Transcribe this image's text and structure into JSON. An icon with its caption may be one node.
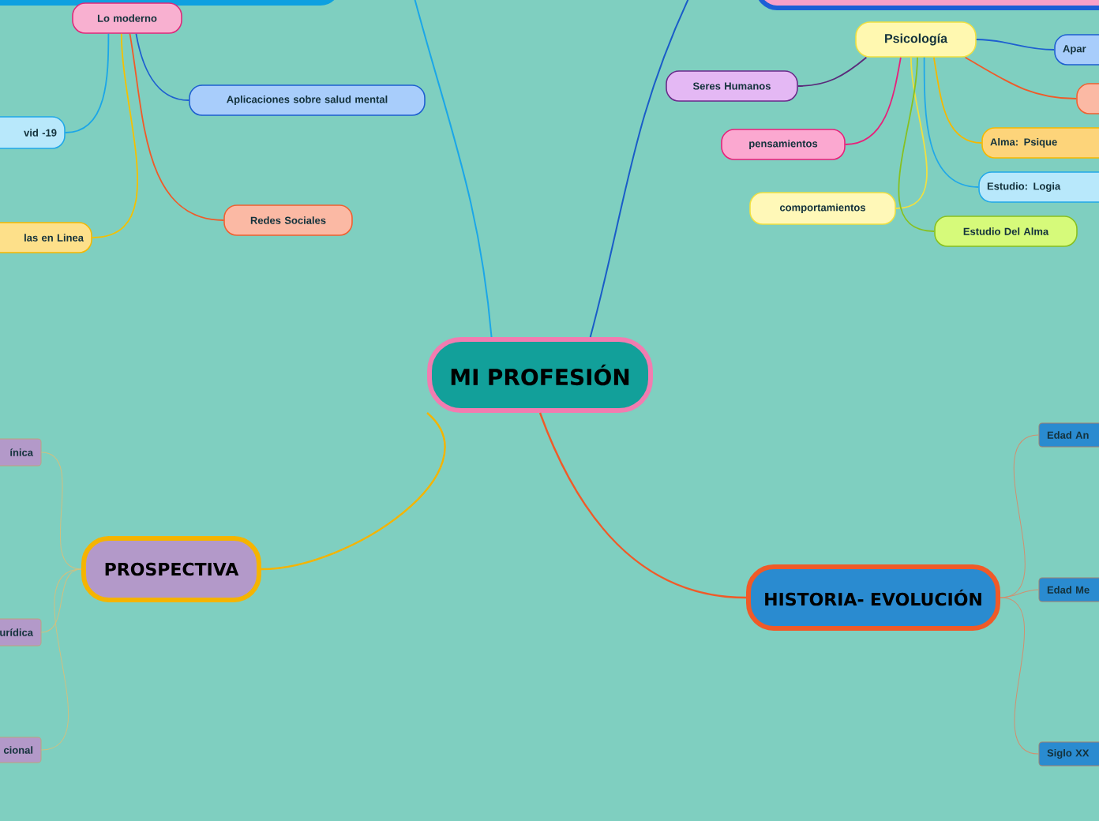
{
  "diagram": {
    "nodes": [
      {
        "text": [
          "MI PROFESIÓN"
        ]
      },
      {
        "text": [],
        "shape": "box"
      },
      {
        "text": [
          "Lo moderno"
        ]
      },
      {
        "text": [
          "vid -19"
        ]
      },
      {
        "text": [
          "las en Linea"
        ]
      },
      {
        "text": [
          "Aplicaciones sobre salud mental"
        ]
      },
      {
        "text": [
          "Redes Sociales"
        ]
      },
      {
        "text": [],
        "shape": "box"
      },
      {
        "text": [
          "Psicología"
        ]
      },
      {
        "text": [
          "Seres Humanos"
        ]
      },
      {
        "text": [
          "pensamientos"
        ]
      },
      {
        "text": [
          "comportamientos"
        ]
      },
      {
        "text": [
          "Estudio Del Alma"
        ]
      },
      {
        "text": [
          "Estudio: Logia"
        ]
      },
      {
        "text": [
          "Alma: Psique"
        ]
      },
      {
        "text": [],
        "shape": "box"
      },
      {
        "text": [
          "Apar"
        ]
      },
      {
        "text": [
          "PROSPECTIVA"
        ]
      },
      {
        "text": [
          "ínica"
        ]
      },
      {
        "text": [
          "urídica"
        ]
      },
      {
        "text": [
          "cional"
        ]
      },
      {
        "text": [
          "HISTORIA- EVOLUCIÓN"
        ]
      },
      {
        "text": [
          "Edad An"
        ]
      },
      {
        "text": [
          "Edad Me"
        ]
      },
      {
        "text": [
          "Siglo XX"
        ]
      }
    ],
    "edges": [
      {
        "from": 0,
        "to": null,
        "arrow": "none",
        "color": "#1ba6e8"
      },
      {
        "from": 0,
        "to": null,
        "arrow": "none",
        "color": "#1a5cc8"
      },
      {
        "from": 0,
        "to": 17,
        "arrow": "none",
        "color": "#f5b400"
      },
      {
        "from": 0,
        "to": 21,
        "arrow": "none",
        "color": "#f05a28"
      },
      {
        "from": 2,
        "to": 3,
        "arrow": "none",
        "color": "#1ba6e8"
      },
      {
        "from": 2,
        "to": 4,
        "arrow": "none",
        "color": "#f5c000"
      },
      {
        "from": 2,
        "to": 5,
        "arrow": "none",
        "color": "#1e5fd0"
      },
      {
        "from": 2,
        "to": 6,
        "arrow": "none",
        "color": "#f05a28"
      },
      {
        "from": 8,
        "to": 9,
        "arrow": "none",
        "color": "#5a2a7a"
      },
      {
        "from": 8,
        "to": 10,
        "arrow": "none",
        "color": "#e8207a"
      },
      {
        "from": 8,
        "to": 11,
        "arrow": "none",
        "color": "#f0e040"
      },
      {
        "from": 8,
        "to": 12,
        "arrow": "none",
        "color": "#88c020"
      },
      {
        "from": 8,
        "to": 13,
        "arrow": "none",
        "color": "#21a8e8"
      },
      {
        "from": 8,
        "to": 14,
        "arrow": "none",
        "color": "#f5b800"
      },
      {
        "from": 8,
        "to": 15,
        "arrow": "none",
        "color": "#f05a28"
      },
      {
        "from": 8,
        "to": 16,
        "arrow": "none",
        "color": "#1e5fd0"
      },
      {
        "from": 17,
        "to": 18,
        "arrow": "none",
        "color": "#d0c080"
      },
      {
        "from": 17,
        "to": 19,
        "arrow": "none",
        "color": "#d0c080"
      },
      {
        "from": 17,
        "to": 20,
        "arrow": "none",
        "color": "#d0c080"
      },
      {
        "from": 21,
        "to": 22,
        "arrow": "none",
        "color": "#d09070"
      },
      {
        "from": 21,
        "to": 23,
        "arrow": "none",
        "color": "#d09070"
      },
      {
        "from": 21,
        "to": 24,
        "arrow": "none",
        "color": "#d09070"
      }
    ]
  }
}
